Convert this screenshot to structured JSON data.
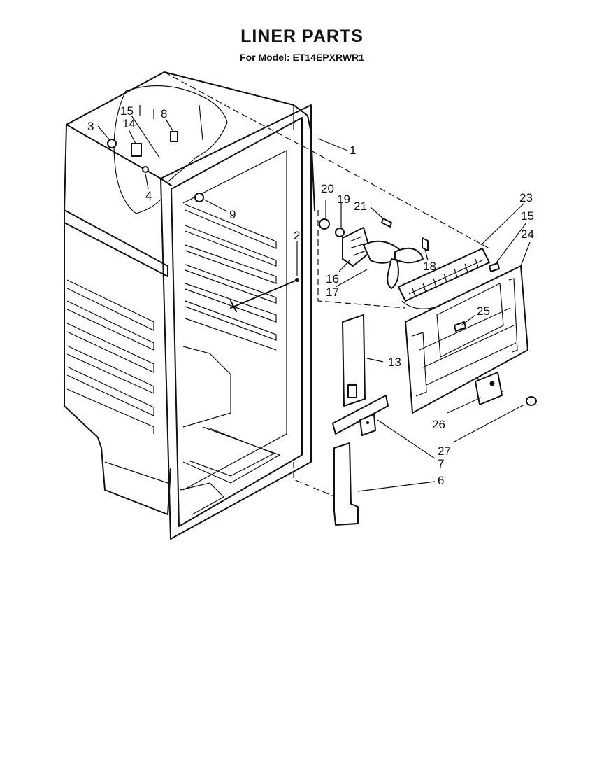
{
  "header": {
    "title": "LINER PARTS",
    "subtitle": "For Model: ET14EPXRWR1"
  },
  "callouts": [
    {
      "id": "c1",
      "label": "1"
    },
    {
      "id": "c2",
      "label": "2"
    },
    {
      "id": "c3",
      "label": "3"
    },
    {
      "id": "c4",
      "label": "4"
    },
    {
      "id": "c6",
      "label": "6"
    },
    {
      "id": "c7",
      "label": "7"
    },
    {
      "id": "c8",
      "label": "8"
    },
    {
      "id": "c9",
      "label": "9"
    },
    {
      "id": "c13",
      "label": "13"
    },
    {
      "id": "c14",
      "label": "14"
    },
    {
      "id": "c15a",
      "label": "15"
    },
    {
      "id": "c15b",
      "label": "15"
    },
    {
      "id": "c16",
      "label": "16"
    },
    {
      "id": "c17",
      "label": "17"
    },
    {
      "id": "c18",
      "label": "18"
    },
    {
      "id": "c19",
      "label": "19"
    },
    {
      "id": "c20",
      "label": "20"
    },
    {
      "id": "c21",
      "label": "21"
    },
    {
      "id": "c23",
      "label": "23"
    },
    {
      "id": "c24",
      "label": "24"
    },
    {
      "id": "c25",
      "label": "25"
    },
    {
      "id": "c26",
      "label": "26"
    },
    {
      "id": "c27",
      "label": "27"
    }
  ]
}
